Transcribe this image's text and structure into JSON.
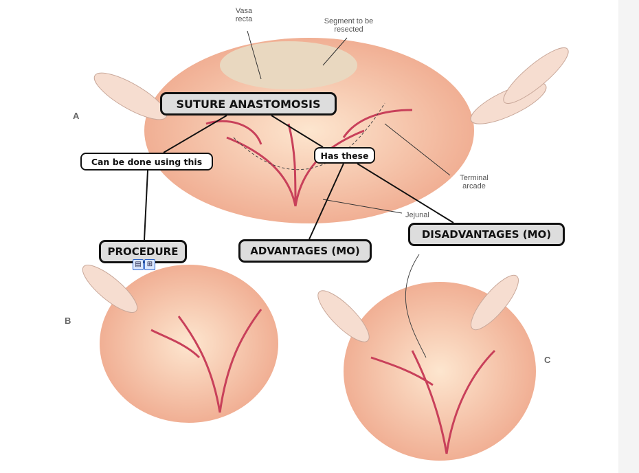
{
  "illustration": {
    "labels": {
      "vasa_recta": "Vasa recta",
      "segment": "Segment to be resected",
      "terminal_arcade": "Terminal arcade",
      "jejunal": "Jejunal"
    },
    "panels": [
      "A",
      "B",
      "C"
    ]
  },
  "concept_map": {
    "root": "SUTURE ANASTOMOSIS",
    "link_using": "Can be done using this",
    "link_has": "Has these",
    "procedure": "PROCEDURE",
    "advantages": "ADVANTAGES (MO)",
    "disadvantages": "DISADVANTAGES (MO)",
    "icons": [
      "resource-document-icon",
      "linked-map-icon"
    ]
  },
  "colors": {
    "tissue": "#f0b9a0",
    "vessel": "#c8405a",
    "concept_fill": "#dddddd"
  }
}
